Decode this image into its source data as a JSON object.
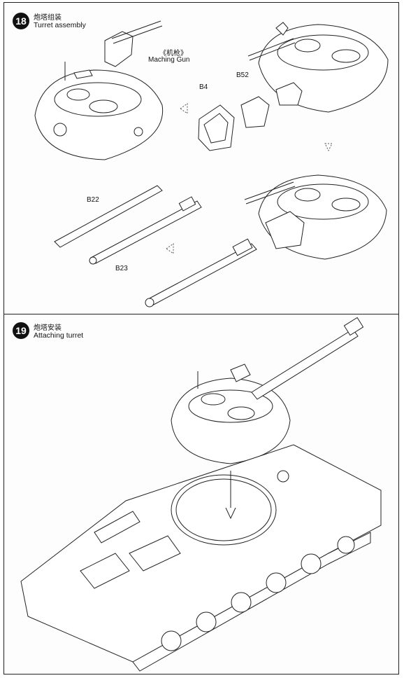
{
  "step18": {
    "number": "18",
    "title_cn": "炮塔组装",
    "title_en": "Turret assembly",
    "callouts": {
      "machine_gun_cn": "《机枪》",
      "machine_gun_en": "Maching Gun",
      "b4": "B4",
      "b52": "B52",
      "b22": "B22",
      "b23": "B23"
    }
  },
  "step19": {
    "number": "19",
    "title_cn": "炮塔安装",
    "title_en": "Attaching turret"
  },
  "colors": {
    "line": "#222222",
    "fill": "#ffffff",
    "badge": "#111111"
  }
}
